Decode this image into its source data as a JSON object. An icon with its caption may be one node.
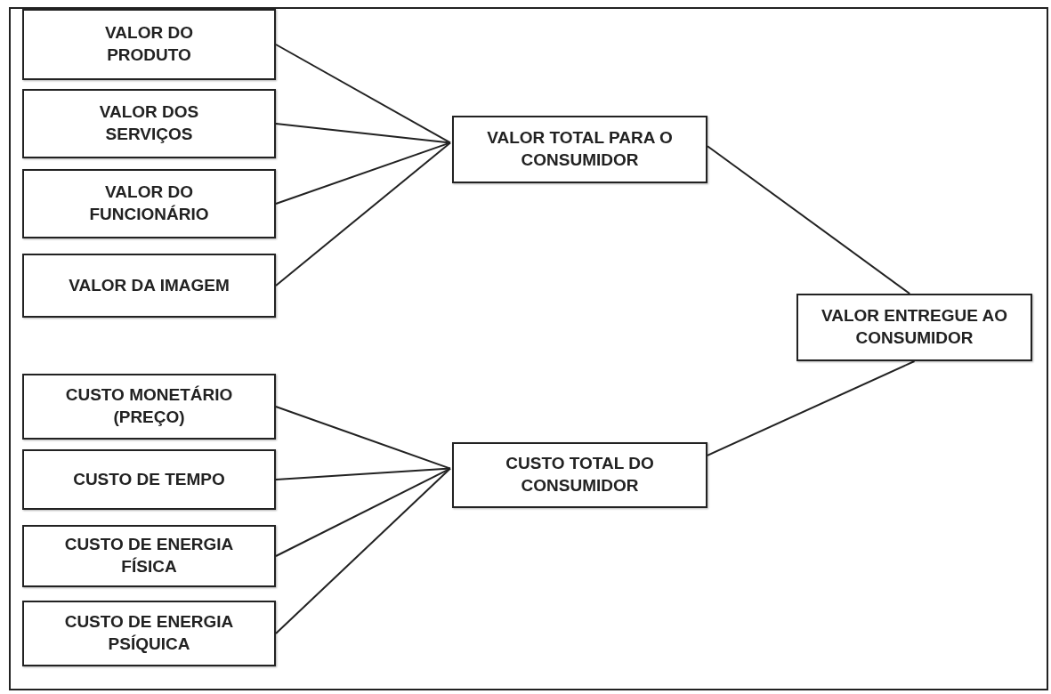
{
  "diagram": {
    "nodes": [
      {
        "text": [
          "VALOR DO PRODUTO"
        ]
      },
      {
        "text": [
          "VALOR DOS SERVIÇOS"
        ]
      },
      {
        "text": [
          "VALOR DO FUNCIONÁRIO"
        ]
      },
      {
        "text": [
          "VALOR DA IMAGEM"
        ]
      },
      {
        "text": [
          "VALOR TOTAL PARA O CONSUMIDOR"
        ]
      },
      {
        "text": [
          "VALOR ENTREGUE AO CONSUMIDOR"
        ]
      },
      {
        "text": [
          "CUSTO MONETÁRIO (PREÇO)"
        ]
      },
      {
        "text": [
          "CUSTO DE TEMPO"
        ]
      },
      {
        "text": [
          "CUSTO DE ENERGIA FÍSICA"
        ]
      },
      {
        "text": [
          "CUSTO DE ENERGIA PSÍQUICA"
        ]
      },
      {
        "text": [
          "CUSTO TOTAL DO CONSUMIDOR"
        ]
      }
    ],
    "edges": [
      {
        "from": 0,
        "to": 4,
        "arrow": "none"
      },
      {
        "from": 1,
        "to": 4,
        "arrow": "none"
      },
      {
        "from": 2,
        "to": 4,
        "arrow": "none"
      },
      {
        "from": 3,
        "to": 4,
        "arrow": "none"
      },
      {
        "from": 4,
        "to": 5,
        "arrow": "none"
      },
      {
        "from": 6,
        "to": 10,
        "arrow": "none"
      },
      {
        "from": 7,
        "to": 10,
        "arrow": "none"
      },
      {
        "from": 8,
        "to": 10,
        "arrow": "none"
      },
      {
        "from": 9,
        "to": 10,
        "arrow": "none"
      },
      {
        "from": 10,
        "to": 5,
        "arrow": "none"
      }
    ]
  }
}
